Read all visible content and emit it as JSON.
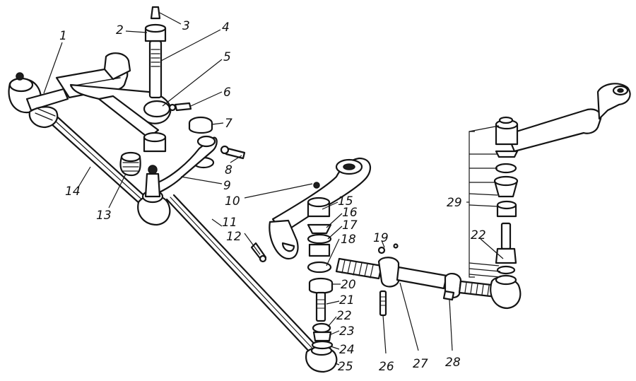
{
  "colors": {
    "ink": "#141414",
    "paper": "#ffffff"
  },
  "callouts": [
    {
      "id": "1",
      "text": "1"
    },
    {
      "id": "2",
      "text": "2"
    },
    {
      "id": "3",
      "text": "3"
    },
    {
      "id": "4",
      "text": "4"
    },
    {
      "id": "5",
      "text": "5"
    },
    {
      "id": "6",
      "text": "6"
    },
    {
      "id": "7",
      "text": "7"
    },
    {
      "id": "8",
      "text": "8"
    },
    {
      "id": "9",
      "text": "9"
    },
    {
      "id": "10",
      "text": "10"
    },
    {
      "id": "11",
      "text": "11"
    },
    {
      "id": "12",
      "text": "12"
    },
    {
      "id": "13",
      "text": "13"
    },
    {
      "id": "14",
      "text": "14"
    },
    {
      "id": "15",
      "text": "15"
    },
    {
      "id": "16",
      "text": "16"
    },
    {
      "id": "17",
      "text": "17"
    },
    {
      "id": "18",
      "text": "18"
    },
    {
      "id": "19",
      "text": "19"
    },
    {
      "id": "20",
      "text": "20"
    },
    {
      "id": "21",
      "text": "21"
    },
    {
      "id": "22a",
      "text": "22"
    },
    {
      "id": "22b",
      "text": "22"
    },
    {
      "id": "23",
      "text": "23"
    },
    {
      "id": "24",
      "text": "24"
    },
    {
      "id": "25",
      "text": "25"
    },
    {
      "id": "26",
      "text": "26"
    },
    {
      "id": "27",
      "text": "27"
    },
    {
      "id": "28",
      "text": "28"
    },
    {
      "id": "29",
      "text": "29"
    }
  ]
}
